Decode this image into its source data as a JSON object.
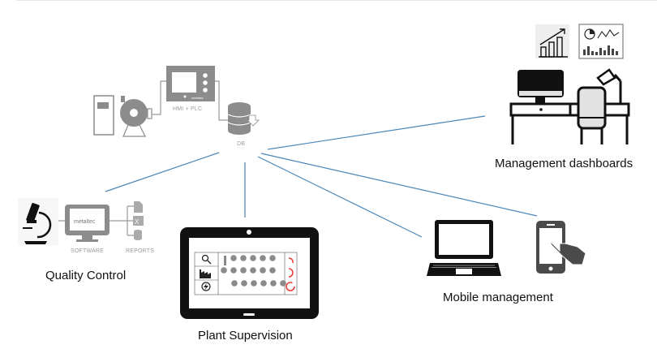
{
  "diagram": {
    "source": {
      "hmi_label": "HMI + PLC",
      "db_label": "DB",
      "brand": "metaltec"
    },
    "nodes": [
      {
        "id": "quality",
        "label": "Quality Control",
        "sub_labels": [
          "SOFTWARE",
          "REPORTS"
        ]
      },
      {
        "id": "plant",
        "label": "Plant Supervision"
      },
      {
        "id": "mobile",
        "label": "Mobile management"
      },
      {
        "id": "management",
        "label": "Management dashboards"
      }
    ],
    "connections": [
      {
        "from": "DB",
        "to": "Quality Control"
      },
      {
        "from": "DB",
        "to": "Plant Supervision"
      },
      {
        "from": "DB",
        "to": "Mobile management (laptop)"
      },
      {
        "from": "DB",
        "to": "Mobile management (phone)"
      },
      {
        "from": "DB",
        "to": "Management dashboards"
      }
    ],
    "colors": {
      "connector": "#4a86b8",
      "icon_dark": "#111111",
      "icon_grey": "#8c8c8c",
      "alert_red": "#e8403a"
    }
  }
}
